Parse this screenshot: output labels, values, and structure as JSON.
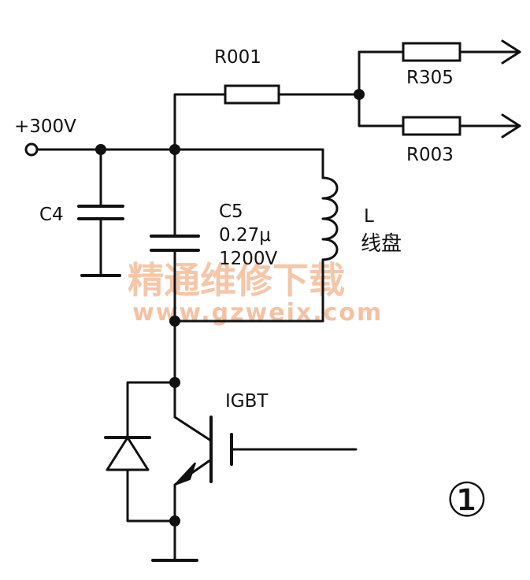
{
  "labels": {
    "supply": "+300V",
    "r001": "R001",
    "r305": "R305",
    "r003": "R003",
    "c4": "C4",
    "c5_name": "C5",
    "c5_value": "0.27μ",
    "c5_voltage": "1200V",
    "coil_name": "L",
    "coil_desc": "线盘",
    "igbt": "IGBT",
    "figure_number": "①"
  },
  "watermark": {
    "text": "精通维修下载",
    "url": "www.gzweix.com"
  },
  "colors": {
    "ink": "#111111",
    "watermark": "#f2b48c"
  }
}
